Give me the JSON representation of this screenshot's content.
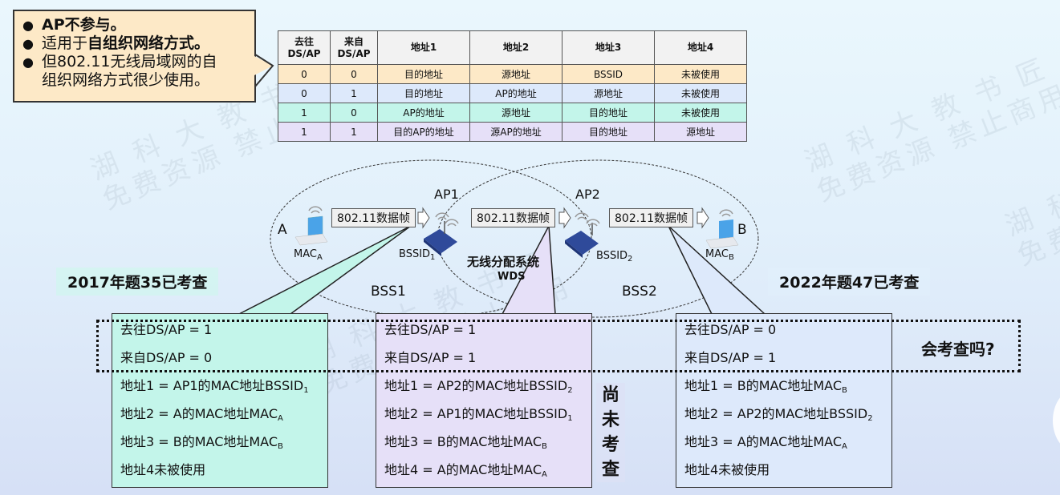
{
  "watermark": [
    "湖 科 大 教 书 匠",
    "免费资源 禁止商用"
  ],
  "callout": {
    "items": [
      {
        "plain": "",
        "bold": "AP不参与。"
      },
      {
        "plain": "适用于",
        "bold": "自组织网络方式。"
      },
      {
        "plain": "但802.11无线局域网的自",
        "bold": ""
      }
    ],
    "continuation": "组织网络方式很少使用。",
    "bullet": "●"
  },
  "table": {
    "headers": [
      {
        "line1": "去往",
        "line2": "DS/AP"
      },
      {
        "line1": "来自",
        "line2": "DS/AP"
      },
      {
        "line1": "地址1",
        "line2": ""
      },
      {
        "line1": "地址2",
        "line2": ""
      },
      {
        "line1": "地址3",
        "line2": ""
      },
      {
        "line1": "地址4",
        "line2": ""
      }
    ],
    "rows": [
      [
        "0",
        "0",
        "目的地址",
        "源地址",
        "BSSID",
        "未被使用"
      ],
      [
        "0",
        "1",
        "目的地址",
        "AP的地址",
        "源地址",
        "未被使用"
      ],
      [
        "1",
        "0",
        "AP的地址",
        "源地址",
        "目的地址",
        "未被使用"
      ],
      [
        "1",
        "1",
        "目的AP的地址",
        "源AP的地址",
        "目的地址",
        "源地址"
      ]
    ],
    "row_colors": [
      "#fde9c7",
      "#dde9fb",
      "#c3f5ea",
      "#e6e0f8"
    ]
  },
  "diagram": {
    "station_a": {
      "label": "A",
      "mac": "MAC",
      "mac_sub": "A"
    },
    "station_b": {
      "label": "B",
      "mac": "MAC",
      "mac_sub": "B"
    },
    "ap1": {
      "label": "AP1",
      "bssid": "BSSID",
      "bssid_sub": "1"
    },
    "ap2": {
      "label": "AP2",
      "bssid": "BSSID",
      "bssid_sub": "2"
    },
    "frames": [
      "802.11数据帧",
      "802.11数据帧",
      "802.11数据帧"
    ],
    "wds": {
      "label": "无线分配系统",
      "abbr": "WDS"
    },
    "bss1": "BSS1",
    "bss2": "BSS2"
  },
  "tags": {
    "left": "2017年题35已考查",
    "right": "2022年题47已考查",
    "question": "会考查吗?",
    "middle_vertical": [
      "尚",
      "未",
      "考",
      "查"
    ]
  },
  "boxes": [
    {
      "color": "#c3f5ea",
      "rows": [
        {
          "text": "去往DS/AP = 1",
          "sub": ""
        },
        {
          "text": "来自DS/AP = 0",
          "sub": ""
        },
        {
          "text": "地址1 = AP1的MAC地址BSSID",
          "sub": "1"
        },
        {
          "text": "地址2 = A的MAC地址MAC",
          "sub": "A"
        },
        {
          "text": "地址3 = B的MAC地址MAC",
          "sub": "B"
        },
        {
          "text": "地址4未被使用",
          "sub": ""
        }
      ]
    },
    {
      "color": "#e6e0f8",
      "rows": [
        {
          "text": "去往DS/AP = 1",
          "sub": ""
        },
        {
          "text": "来自DS/AP = 1",
          "sub": ""
        },
        {
          "text": "地址1 = AP2的MAC地址BSSID",
          "sub": "2"
        },
        {
          "text": "地址2 = AP1的MAC地址BSSID",
          "sub": "1"
        },
        {
          "text": "地址3 = B的MAC地址MAC",
          "sub": "B"
        },
        {
          "text": "地址4 = A的MAC地址MAC",
          "sub": "A"
        }
      ]
    },
    {
      "color": "#dde9fb",
      "rows": [
        {
          "text": "去往DS/AP = 0",
          "sub": ""
        },
        {
          "text": "来自DS/AP = 1",
          "sub": ""
        },
        {
          "text": "地址1 = B的MAC地址MAC",
          "sub": "B"
        },
        {
          "text": "地址2 = AP2的MAC地址BSSID",
          "sub": "2"
        },
        {
          "text": "地址3 = A的MAC地址MAC",
          "sub": "A"
        },
        {
          "text": "地址4未被使用",
          "sub": ""
        }
      ]
    }
  ]
}
